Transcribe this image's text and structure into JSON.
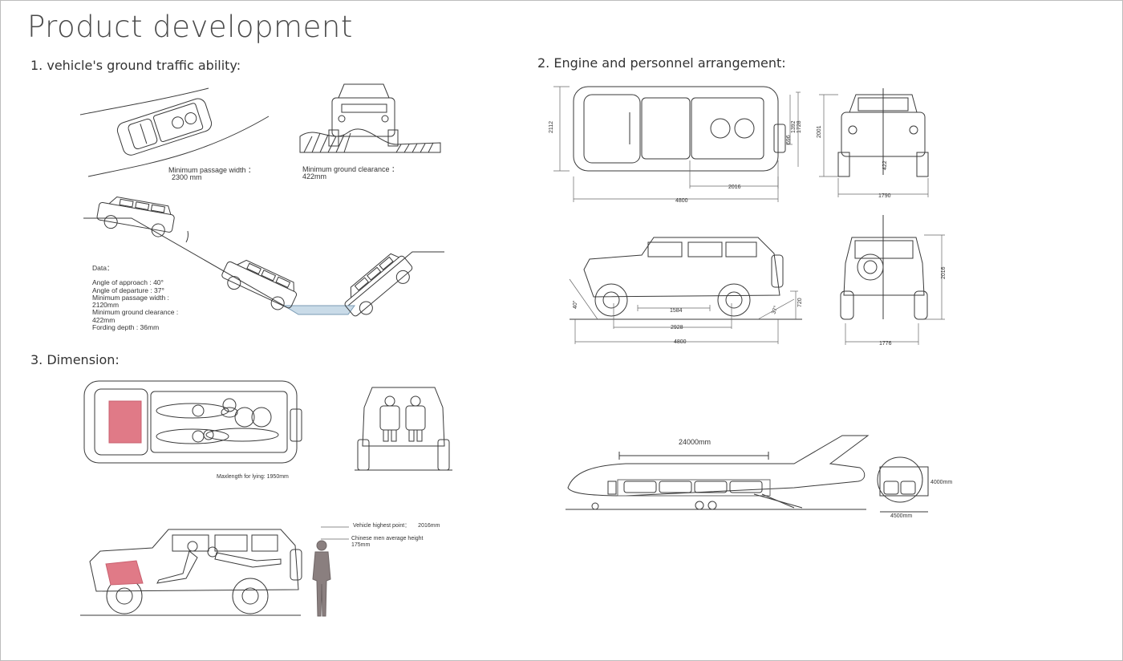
{
  "page": {
    "title": "Product development"
  },
  "sections": {
    "ground_ability": "1. vehicle's ground traffic ability:",
    "engine_arrangement": "2. Engine and personnel arrangement:",
    "dimension": "3. Dimension:"
  },
  "ground": {
    "passage_label": "Minimum passage width ：",
    "passage_value": "2300 mm",
    "clearance_label": "Minimum ground clearance ：",
    "clearance_value": "422mm",
    "data_title": "Data：",
    "data_lines": [
      "Angle of approach : 40°",
      "Angle of departure : 37°",
      "Minimum passage width :",
      "2120mm",
      "Minimum ground clearance :",
      "422mm",
      "Fording depth : 36mm"
    ]
  },
  "engine": {
    "top_length": "4800",
    "top_width": "2112",
    "top_cargo": "2016",
    "top_h1": "696",
    "top_h2": "1392",
    "top_h3": "1728",
    "front_height": "2001",
    "front_clearance": "422",
    "front_width": "1790",
    "side_inner": "1584",
    "side_wheelbase": "2928",
    "side_length": "4800",
    "side_height": "720",
    "side_approach": "40°",
    "side_departure": "37°",
    "rear_height": "2016",
    "rear_width": "1776",
    "plane_length": "24000mm",
    "plane_height": "4000mm",
    "plane_width": "4500mm"
  },
  "dimension": {
    "lying_label": "Maxlength for lying:  1950mm",
    "highest_label": "Vehicle highest point：",
    "highest_value": "2016mm",
    "height_label": "Chinese men average height",
    "height_value": "175mm"
  },
  "colors": {
    "accent_pink": "#e07a87",
    "water_blue": "#c9dbe8",
    "human_gray": "#8a7f7f"
  }
}
